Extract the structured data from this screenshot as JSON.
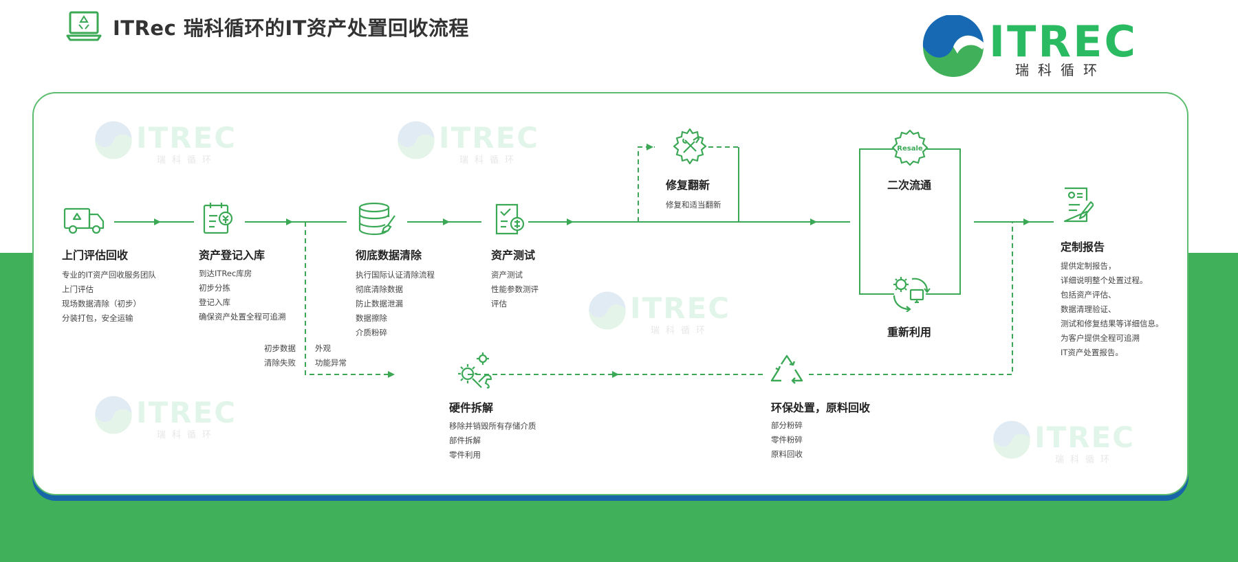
{
  "header": {
    "title": "ITRec 瑞科循环的IT资产处置回收流程"
  },
  "logo": {
    "text": "ITREC",
    "subtitle": "瑞科循环"
  },
  "colors": {
    "green": "#40b05a",
    "line": "#3aa855",
    "blue": "#1866a8",
    "logo_blue": "#1769b3"
  },
  "steps": {
    "pickup": {
      "title": "上门评估回收",
      "lines": [
        "专业的IT资产回收服务团队",
        "上门评估",
        "现场数据清除（初步）",
        "分装打包，安全运输"
      ]
    },
    "register": {
      "title": "资产登记入库",
      "lines": [
        "到达ITRec库房",
        "初步分拣",
        "登记入库",
        "确保资产处置全程可追溯"
      ]
    },
    "wipe": {
      "title": "彻底数据清除",
      "lines": [
        "执行国际认证清除流程",
        "彻底清除数据",
        "防止数据泄漏",
        "数据擦除",
        "介质粉碎"
      ]
    },
    "test": {
      "title": "资产测试",
      "lines": [
        "资产测试",
        "性能参数测评",
        "评估"
      ]
    },
    "refurb": {
      "title": "修复翻新",
      "lines": [
        "修复和适当翻新"
      ]
    },
    "resale": {
      "title": "二次流通",
      "badge": "Resale"
    },
    "reuse": {
      "title": "重新利用"
    },
    "report": {
      "title": "定制报告",
      "lines": [
        "提供定制报告，",
        "详细说明整个处置过程。",
        "包括资产评估、",
        "数据清理验证、",
        "测试和修复结果等详细信息。",
        "为客户提供全程可追溯",
        "IT资产处置报告。"
      ]
    },
    "dismantle": {
      "title": "硬件拆解",
      "lines": [
        "移除并销毁所有存储介质",
        "部件拆解",
        "零件利用"
      ]
    },
    "recycle": {
      "title": "环保处置，原料回收",
      "lines": [
        "部分粉碎",
        "零件粉碎",
        "原料回收"
      ]
    }
  },
  "branch_labels": {
    "wipe_fail": [
      "初步数据",
      "清除失败"
    ],
    "test_fail": [
      "外观",
      "功能异常"
    ]
  },
  "icons": [
    "laptop-recycle-icon",
    "recycle-truck-icon",
    "clipboard-money-icon",
    "database-brush-icon",
    "checklist-coin-icon",
    "gear-tools-icon",
    "resale-badge-icon",
    "gear-monitor-cycle-icon",
    "gears-wrench-icon",
    "recycle-triangle-icon",
    "document-pen-icon"
  ]
}
